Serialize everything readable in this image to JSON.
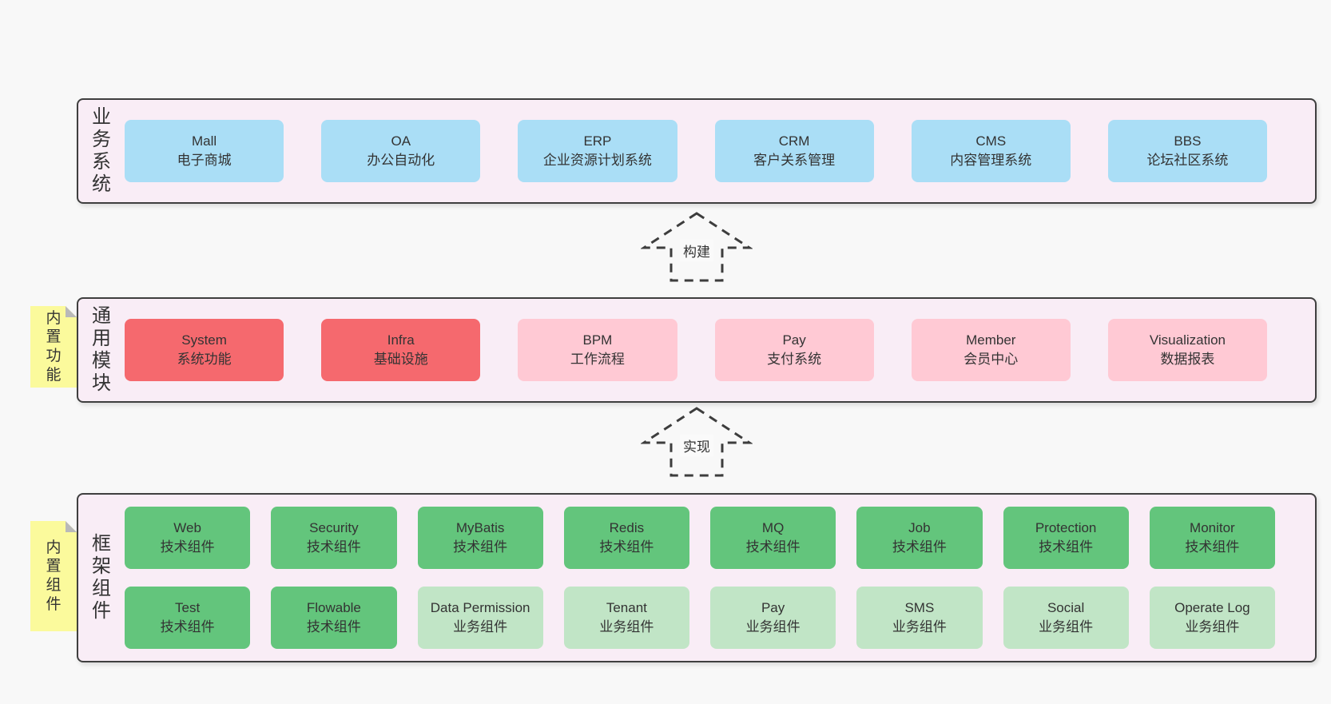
{
  "colors": {
    "page_bg": "#f8f8f8",
    "band_bg": "#f9edf6",
    "band_border": "#3f3f3f",
    "box_blue": "#aadef6",
    "box_red": "#f5696e",
    "box_pink": "#ffc9d4",
    "box_green": "#63c57c",
    "box_light_green": "#c1e5c6",
    "note_yellow": "#fbfa9c",
    "note_fold": "#b9b9b9",
    "text": "#333333"
  },
  "arrows": [
    {
      "label": "构建"
    },
    {
      "label": "实现"
    }
  ],
  "bands": [
    {
      "label": "业务系统",
      "boxes": [
        {
          "title": "Mall",
          "subtitle": "电子商城"
        },
        {
          "title": "OA",
          "subtitle": "办公自动化"
        },
        {
          "title": "ERP",
          "subtitle": "企业资源计划系统"
        },
        {
          "title": "CRM",
          "subtitle": "客户关系管理"
        },
        {
          "title": "CMS",
          "subtitle": "内容管理系统"
        },
        {
          "title": "BBS",
          "subtitle": "论坛社区系统"
        }
      ]
    },
    {
      "label": "通用模块",
      "note": "内置功能",
      "boxes": [
        {
          "title": "System",
          "subtitle": "系统功能"
        },
        {
          "title": "Infra",
          "subtitle": "基础设施"
        },
        {
          "title": "BPM",
          "subtitle": "工作流程"
        },
        {
          "title": "Pay",
          "subtitle": "支付系统"
        },
        {
          "title": "Member",
          "subtitle": "会员中心"
        },
        {
          "title": "Visualization",
          "subtitle": "数据报表"
        }
      ]
    },
    {
      "label": "框架组件",
      "note": "内置组件",
      "rows": [
        {
          "boxes": [
            {
              "title": "Web",
              "subtitle": "技术组件"
            },
            {
              "title": "Security",
              "subtitle": "技术组件"
            },
            {
              "title": "MyBatis",
              "subtitle": "技术组件"
            },
            {
              "title": "Redis",
              "subtitle": "技术组件"
            },
            {
              "title": "MQ",
              "subtitle": "技术组件"
            },
            {
              "title": "Job",
              "subtitle": "技术组件"
            },
            {
              "title": "Protection",
              "subtitle": "技术组件"
            },
            {
              "title": "Monitor",
              "subtitle": "技术组件"
            }
          ]
        },
        {
          "boxes": [
            {
              "title": "Test",
              "subtitle": "技术组件"
            },
            {
              "title": "Flowable",
              "subtitle": "技术组件"
            },
            {
              "title": "Data Permission",
              "subtitle": "业务组件"
            },
            {
              "title": "Tenant",
              "subtitle": "业务组件"
            },
            {
              "title": "Pay",
              "subtitle": "业务组件"
            },
            {
              "title": "SMS",
              "subtitle": "业务组件"
            },
            {
              "title": "Social",
              "subtitle": "业务组件"
            },
            {
              "title": "Operate Log",
              "subtitle": "业务组件"
            }
          ]
        }
      ]
    }
  ]
}
